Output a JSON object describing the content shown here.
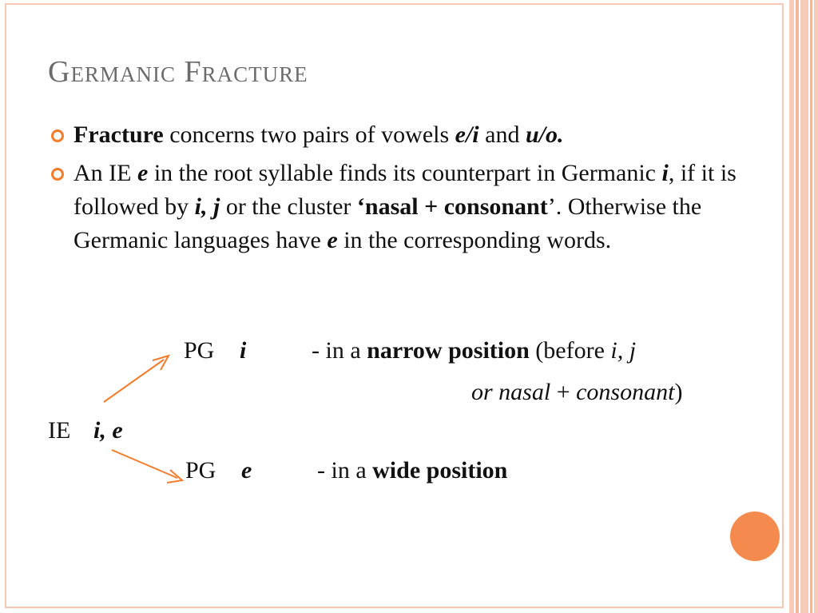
{
  "title": "Germanic Fracture",
  "bullets": [
    {
      "segments": [
        {
          "text": "Fracture",
          "style": "b"
        },
        {
          "text": " concerns two pairs of vowels ",
          "style": ""
        },
        {
          "text": "e/i",
          "style": "bi"
        },
        {
          "text": " and ",
          "style": ""
        },
        {
          "text": "u/o.",
          "style": "bi"
        }
      ]
    },
    {
      "segments": [
        {
          "text": "An IE ",
          "style": ""
        },
        {
          "text": "e",
          "style": "bi"
        },
        {
          "text": " in the root syllable finds its counterpart in Germanic ",
          "style": ""
        },
        {
          "text": "i",
          "style": "bi"
        },
        {
          "text": ", if it is followed by ",
          "style": ""
        },
        {
          "text": "i, j",
          "style": "bi"
        },
        {
          "text": " or the cluster ",
          "style": ""
        },
        {
          "text": "‘nasal + consonant",
          "style": "b"
        },
        {
          "text": "’. Otherwise the Germanic languages have ",
          "style": ""
        },
        {
          "text": "e",
          "style": "bi"
        },
        {
          "text": " in the corresponding words.",
          "style": ""
        }
      ]
    }
  ],
  "diagram": {
    "upper_pg": "PG",
    "upper_vowel": "i",
    "upper_desc_prefix": "- in a ",
    "upper_desc_bold": "narrow position",
    "upper_desc_suffix": " (before ",
    "upper_desc_italic": "i, j",
    "cont_italic_1": "or nasal",
    "cont_plus": " + ",
    "cont_italic_2": "consonant",
    "cont_close": ")",
    "ie_label": "IE",
    "ie_vowels": "i, e",
    "lower_pg": "PG",
    "lower_vowel": "e",
    "lower_desc_prefix": "- in a ",
    "lower_desc_bold": "wide position"
  },
  "colors": {
    "accent": "#f47c2a",
    "title": "#6b6b6b",
    "border": "#f6c7b2",
    "circle": "#f58a4e"
  }
}
